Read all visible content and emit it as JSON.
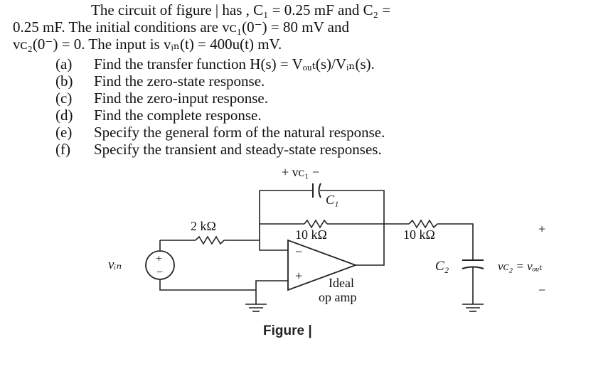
{
  "problem": {
    "line1": "The circuit of figure | has , C₁ = 0.25 mF and C₂ =",
    "line2": "0.25 mF. The initial conditions are vᴄ₁(0⁻) = 80 mV and",
    "line3": "vᴄ₂(0⁻) = 0. The input is vᵢₙ(t) = 400u(t) mV.",
    "parts": [
      {
        "label": "(a)",
        "text": "Find the transfer function H(s) = Vₒᵤₜ(s)/Vᵢₙ(s)."
      },
      {
        "label": "(b)",
        "text": "Find the zero-state response."
      },
      {
        "label": "(c)",
        "text": "Find the zero-input response."
      },
      {
        "label": "(d)",
        "text": "Find the complete response."
      },
      {
        "label": "(e)",
        "text": "Specify the general form of the natural response."
      },
      {
        "label": "(f)",
        "text": "Specify the transient and steady-state responses."
      }
    ]
  },
  "circuit": {
    "vc1_label": "+ vᴄ₁ −",
    "c1_label": "C₁",
    "r_in_label": "2 kΩ",
    "r_fb_label": "10 kΩ",
    "r_out_label": "10 kΩ",
    "vin_label": "vᵢₙ",
    "c2_label": "C₂",
    "vout_label": "vᴄ₂ = vₒᵤₜ",
    "plus_label": "+",
    "minus_label": "−",
    "opamp_label_1": "Ideal",
    "opamp_label_2": "op amp",
    "figure_caption": "Figure |"
  }
}
